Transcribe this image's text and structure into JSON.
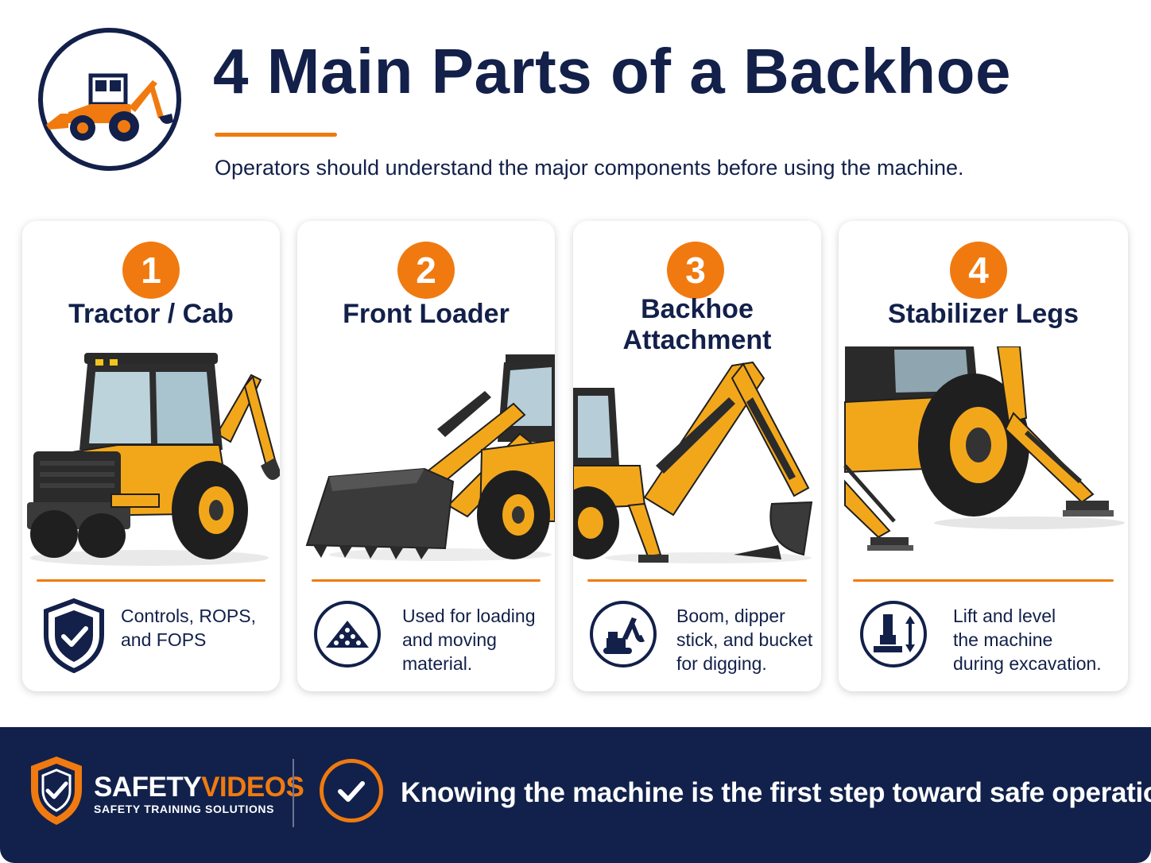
{
  "header": {
    "title": "4 Main Parts of a Backhoe",
    "subtitle": "Operators should understand the major components before using the machine.",
    "logo_icon": "backhoe-icon"
  },
  "cards": [
    {
      "number": "1",
      "title_line1": "Tractor / Cab",
      "title_line2": "",
      "desc_lines": [
        "Controls, ROPS,",
        "and FOPS",
        ""
      ],
      "image": "backhoe-cab-photo",
      "icon": "shield-check-icon"
    },
    {
      "number": "2",
      "title_line1": "Front Loader",
      "title_line2": "",
      "desc_lines": [
        "Used for loading",
        "and moving",
        "material."
      ],
      "image": "front-loader-bucket-photo",
      "icon": "material-pile-icon"
    },
    {
      "number": "3",
      "title_line1": "Backhoe",
      "title_line2": "Attachment",
      "desc_lines": [
        "Boom, dipper",
        "stick, and bucket",
        "for digging."
      ],
      "image": "backhoe-arm-photo",
      "icon": "excavator-icon"
    },
    {
      "number": "4",
      "title_line1": "Stabilizer Legs",
      "title_line2": "",
      "desc_lines": [
        "Lift and level",
        "the machine",
        "during excavation."
      ],
      "image": "stabilizer-legs-photo",
      "icon": "stabilizer-lift-icon"
    }
  ],
  "footer": {
    "brand_part1": "SAFETY",
    "brand_part2": "VIDEOS",
    "brand_sub": "SAFETY TRAINING SOLUTIONS",
    "tagline": "Knowing the machine is the first step toward safe operation."
  },
  "colors": {
    "navy": "#12204a",
    "orange": "#f07a10",
    "machine_yellow": "#f2a71b",
    "footer_bg": "#11214b"
  }
}
